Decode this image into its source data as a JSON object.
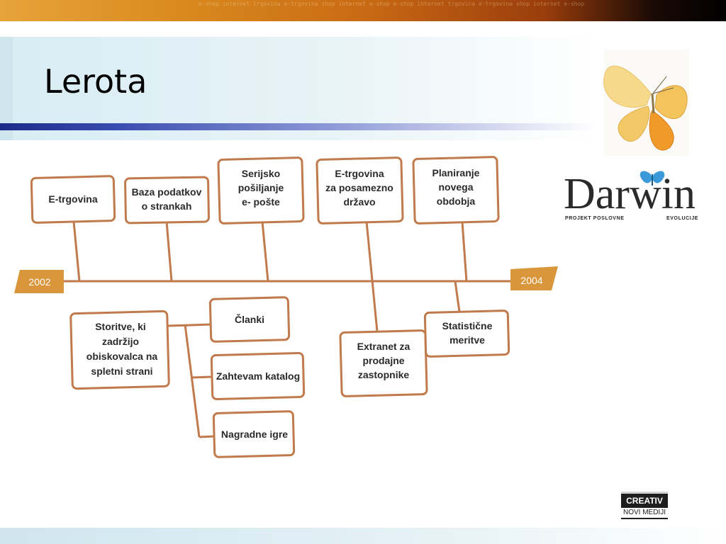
{
  "slide": {
    "title": "Lerota",
    "top_band_text": "e-shop internet trgovina e-trgovina shop internet e-shop e-shop internet trgovina e-trgovina shop internet e-shop"
  },
  "diagram": {
    "start_year": "2002",
    "end_year": "2004",
    "top_events": [
      {
        "lines": [
          "E-trgovina"
        ]
      },
      {
        "lines": [
          "Baza podatkov",
          "o strankah"
        ]
      },
      {
        "lines": [
          "Serijsko",
          "pošiljanje",
          "e- pošte"
        ]
      },
      {
        "lines": [
          "E-trgovina",
          "za posamezno",
          "državo"
        ]
      },
      {
        "lines": [
          "Planiranje",
          "novega",
          "obdobja"
        ]
      }
    ],
    "bottom_events": [
      {
        "lines": [
          "Storitve, ki",
          "zadržijo",
          "obiskovalca na",
          "spletni strani"
        ]
      },
      {
        "lines": [
          "Članki"
        ]
      },
      {
        "lines": [
          "Zahtevam katalog"
        ]
      },
      {
        "lines": [
          "Nagradne igre"
        ]
      },
      {
        "lines": [
          "Extranet za",
          "prodajne",
          "zastopnike"
        ]
      },
      {
        "lines": [
          "Statistične",
          "meritve"
        ]
      }
    ]
  },
  "logos": {
    "darwin_word": "Darwin",
    "darwin_sub_left": "PROJEKT POSLOVNE",
    "darwin_sub_right": "EVOLUCIJE",
    "creativ_top": "CREATIV",
    "creativ_bottom": "NOVI MEDIJI"
  },
  "colors": {
    "accent_orange": "#d9963a",
    "box_stroke": "#c07a4c",
    "rule_blue": "#1a2a8a"
  },
  "icons": [
    "butterfly-image",
    "butterfly-icon"
  ]
}
